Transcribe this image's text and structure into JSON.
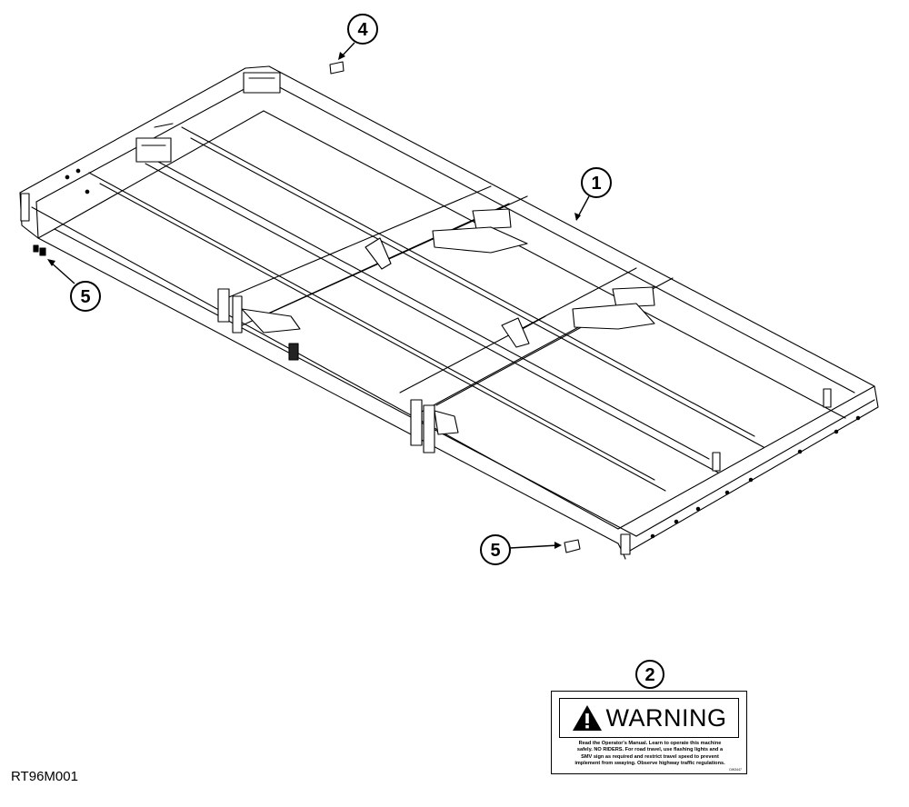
{
  "figure_id": "RT96M001",
  "callouts": {
    "c1": "1",
    "c2": "2",
    "c4": "4",
    "c5_left": "5",
    "c5_bottom": "5"
  },
  "warning_decal": {
    "signal_word": "WARNING",
    "icon": "warning-triangle-icon",
    "lines": [
      "Read the Operator's Manual. Learn to operate this machine",
      "safely. NO RIDERS. For road travel, use flashing lights and a",
      "SMV sign as required and restrict travel speed to prevent",
      "implement from swaying. Observe highway traffic regulations."
    ],
    "code": "DW3447"
  }
}
